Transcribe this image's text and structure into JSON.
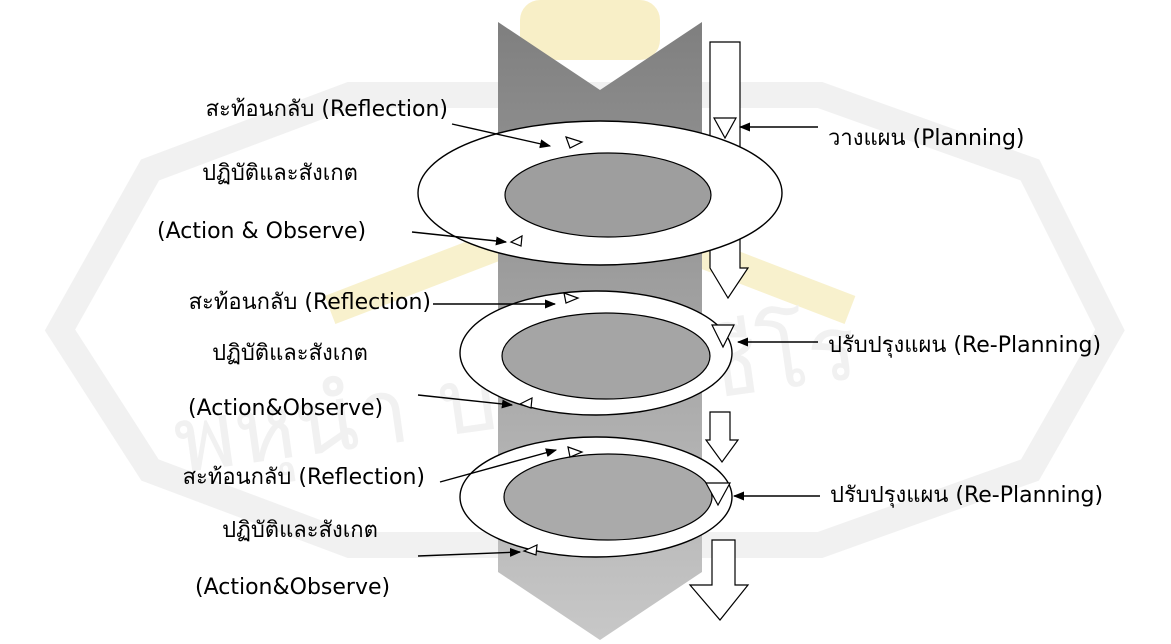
{
  "watermark": {
    "text": "พหุนำ ปณฺ ต ชีโร",
    "color": "#e9e9e9",
    "accent": "#f6e7a8"
  },
  "left_labels": [
    {
      "text": "สะท้อนกลับ (Reflection)"
    },
    {
      "text": "ปฏิบัติและสังเกต"
    },
    {
      "text": "(Action & Observe)"
    },
    {
      "text": "สะท้อนกลับ (Reflection)"
    },
    {
      "text": "ปฏิบัติและสังเกต"
    },
    {
      "text": "(Action&Observe)"
    },
    {
      "text": "สะท้อนกลับ (Reflection)"
    },
    {
      "text": "ปฏิบัติและสังเกต"
    },
    {
      "text": "(Action&Observe)"
    }
  ],
  "right_labels": [
    {
      "text": "วางแผน (Planning)"
    },
    {
      "text": "ปรับปรุงแผน (Re-Planning)"
    },
    {
      "text": "ปรับปรุงแผน (Re-Planning)"
    }
  ],
  "colors": {
    "column_top": "#8a8a8a",
    "column_bottom": "#c4c4c4",
    "disc_fill": "#9e9e9e",
    "ring_fill": "#ffffff",
    "stroke": "#000000"
  }
}
